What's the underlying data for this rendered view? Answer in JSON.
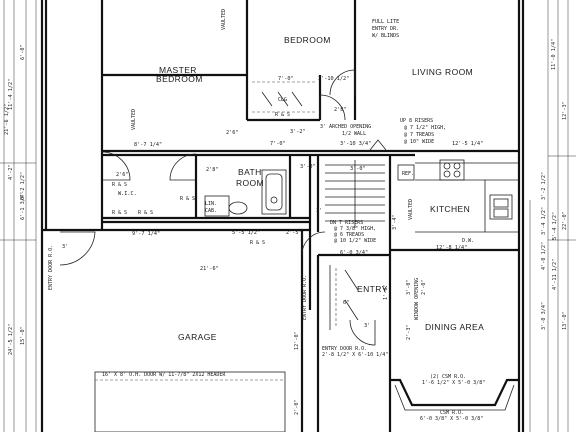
{
  "rooms": {
    "master_bedroom_1": "MASTER",
    "master_bedroom_2": "BEDROOM",
    "bedroom": "BEDROOM",
    "living_room": "LIVING ROOM",
    "bath_1": "BATH",
    "bath_2": "ROOM",
    "wic": "W.I.C.",
    "kitchen": "KITCHEN",
    "entry": "ENTRY",
    "dining_area": "DINING AREA",
    "garage": "GARAGE"
  },
  "dimensions": {
    "d_7_0": "7'-0\"",
    "d_3_10_5": "3'-10 1/2\"",
    "d_2_8": "2'8\"",
    "d_3_2": "3'-2\"",
    "d_8_7_1_4": "8'-7 1/4\"",
    "d_2_6": "2'6\"",
    "d_2_8b": "2'8\"",
    "d_7_0b": "7'-0\"",
    "d_3_10": "3'-10 3/4\"",
    "d_3_0": "3'-0\"",
    "d_3_0b": "3'-0\"",
    "d_12_5": "12'-5 1/4\"",
    "d_2_6b": "2'6\"",
    "d_9_7": "9'-7 1/4\"",
    "d_5_5": "5'-5 1/2\"",
    "d_2_5": "2'-5\"",
    "d_3_0c": "3'",
    "d_21_6": "21'-6\"",
    "d_6_0": "6'-0 3/4\"",
    "d_12_8": "12'-8 1/4\"",
    "d_6": "6\"",
    "d_3": "3'",
    "d_3b": "3'",
    "d_11_4": "11'-4 1/2\"",
    "d_21_6b": "21'-6 1/2\"",
    "d_8_2": "8'-2 1/2\"",
    "d_6_1": "6'-1 3/4\"",
    "d_24_5": "24'-5 1/2\"",
    "d_15": "15'-0\"",
    "d_11_0": "11'-0 1/4\"",
    "d_3_2b": "3'-2 1/2\"",
    "d_3_4": "3'-4 1/2\"",
    "d_5_4": "5'-4 1/2\"",
    "d_4_0": "4'-0 1/2\"",
    "d_4_11": "4'-11 1/2\"",
    "d_3_0d": "3'-0 3/4\"",
    "d_2_3": "2'-3\"",
    "d_3_4b": "3'-4\"",
    "d_1_6": "1'-6\"",
    "d_22_0": "22'-0\"",
    "d_13_0": "13'-0\"",
    "d_12_3": "12'-3\"",
    "d_4_2": "4'-2\"",
    "d_2_0": "2'-0\"",
    "d_12_0": "12'-0\"",
    "d_6_0b": "6'-0\"",
    "d_3_0e": "3'-0\"",
    "d_2_0b": "2'-0\""
  },
  "notes": {
    "full_lite_1": "FULL LITE",
    "full_lite_2": "ENTRY DR.",
    "full_lite_3": "W/ BLINDS",
    "arched_1": "3' ARCHED OPENING",
    "arched_2": "1/2 WALL",
    "up_1": "UP 8 RISERS",
    "up_2": "@ 7 1/2\" HIGH,",
    "up_3": "@ 7 TREADS",
    "up_4": "@ 10\" WIDE",
    "dn_1": "DN 7 RISERS",
    "dn_2": "@ 7 3/8\" HIGH,",
    "dn_3": "@ 6 TREADS",
    "dn_4": "@ 10 1/2\" WIDE",
    "rs_1": "R & S",
    "rs_2": "R & S",
    "rs_3": "R & S",
    "rs_4": "R & S",
    "rs_5": "R & S",
    "rs_6": "R & S",
    "lin_cab_1": "LIN.",
    "lin_cab_2": "CAB.",
    "vaulted_1": "VAULTED",
    "vaulted_2": "VAULTED",
    "vaulted_3": "VAULTED",
    "ref": "REF.",
    "dw": "D.W.",
    "clg": "CLG",
    "garage_door": "16' X 8' O.H. DOOR W/ 11-7/8\" 2X12 HEADER",
    "entry_door_1": "ENTRY DOOR R.O.",
    "entry_door_2": "2'-8 1/2\" X 6'-10 1/4\"",
    "window_opening": "WINDOW OPENING",
    "csm_1": "(2) CSM R.O.",
    "csm_2": "1'-6 1/2\" X 5'-0 3/8\"",
    "csm_3": "CSM R.O.",
    "csm_4": "6'-0 3/8\" X 5'-0 3/8\"",
    "door_ro_l": "ENTRY DOOR R.O.",
    "door_ro_r": "ENTRY DOOR R.O."
  }
}
